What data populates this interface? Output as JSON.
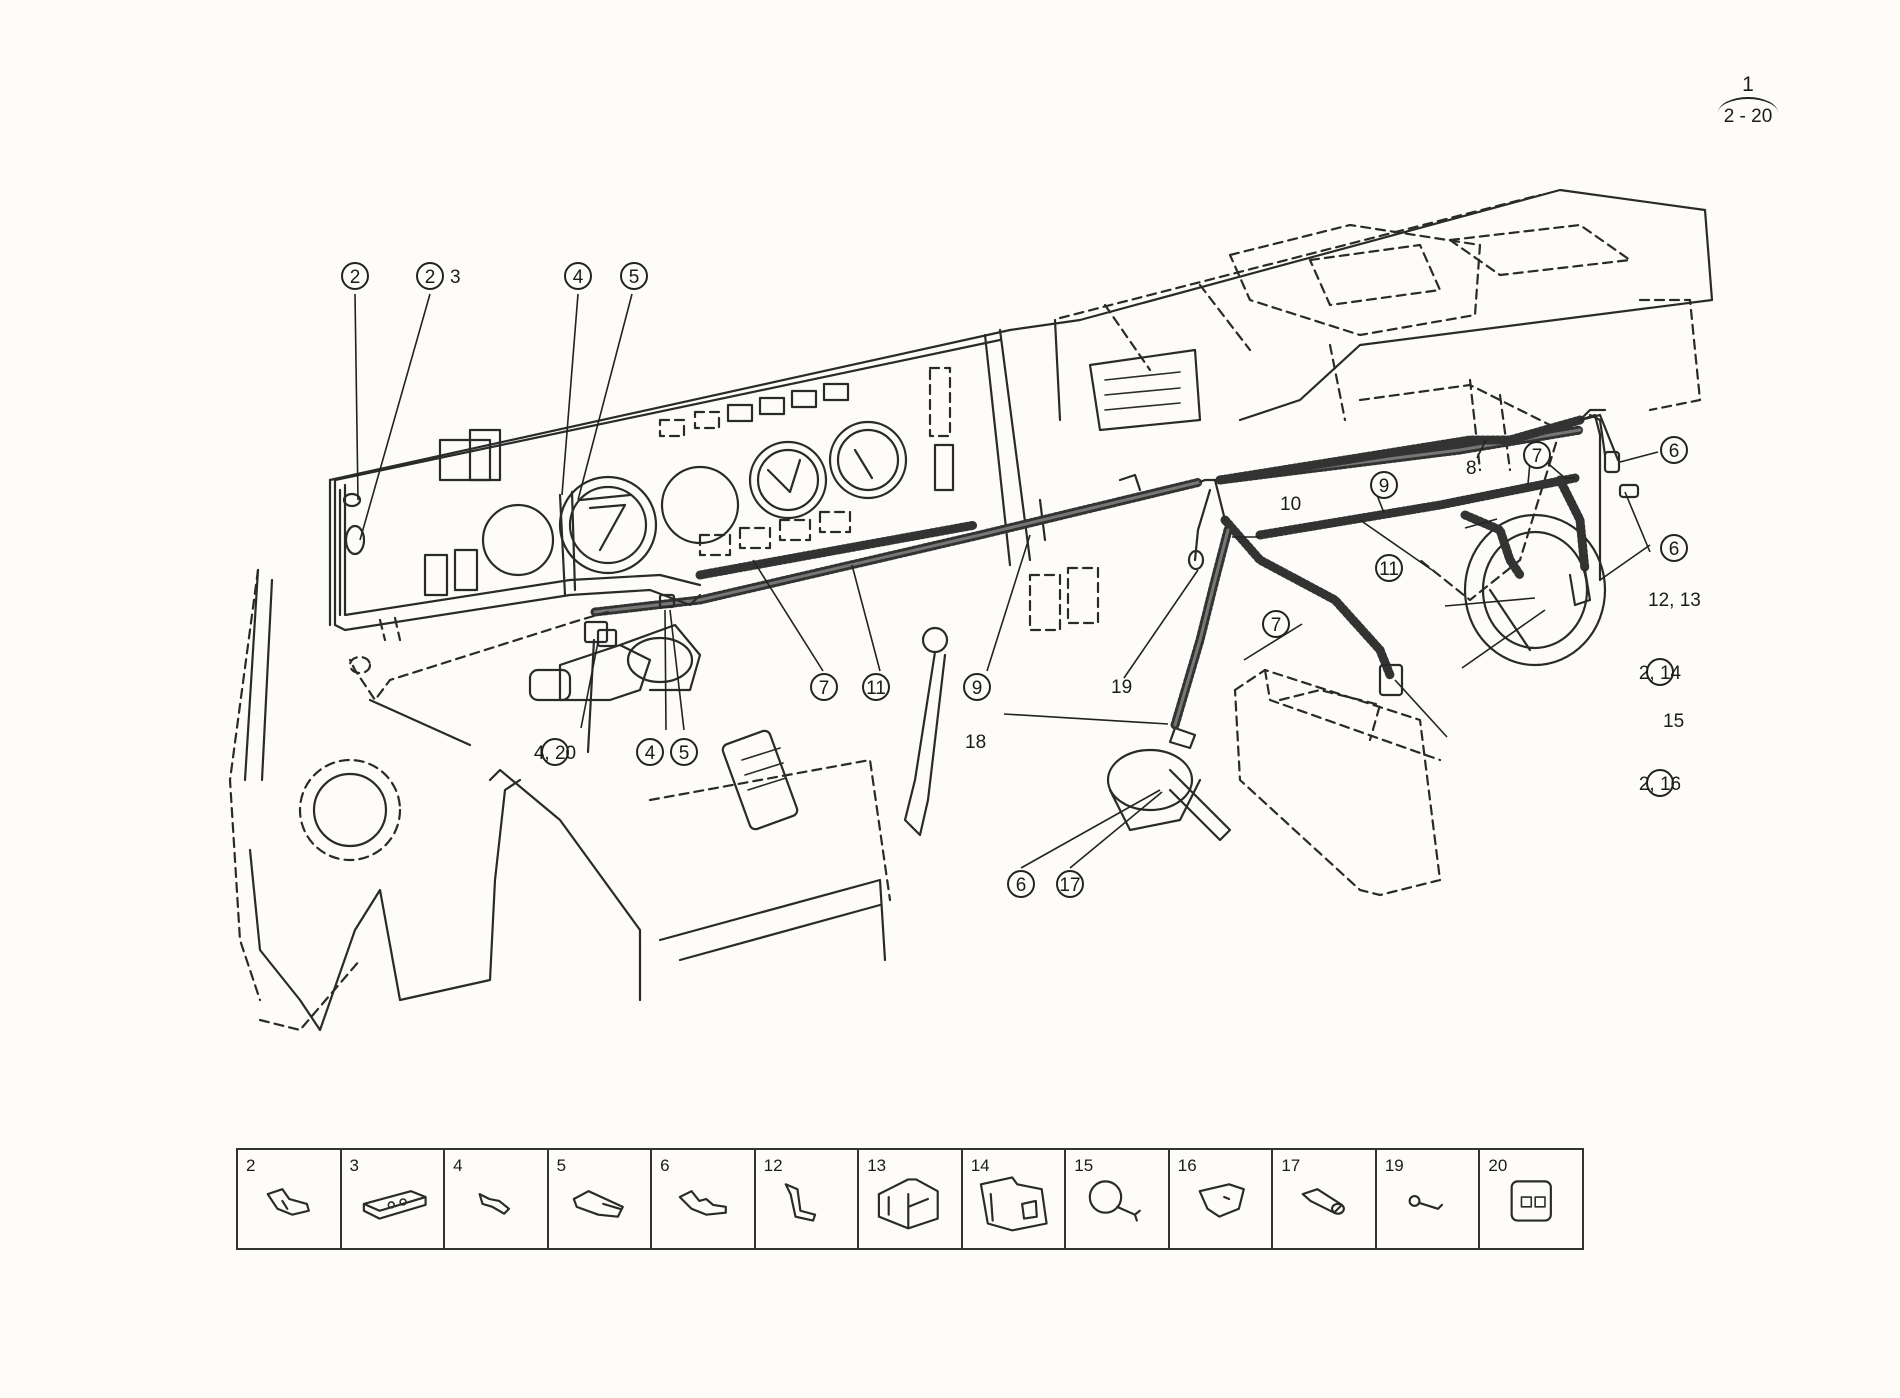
{
  "figure_ref": {
    "number": "1",
    "range": "2 - 20"
  },
  "callouts": {
    "c2a": "2",
    "c2b": "2",
    "c3": "3",
    "c4a": "4",
    "c5a": "5",
    "c6a": "6",
    "c6b": "6",
    "c6c": "6",
    "c7a": "7",
    "c7b": "7",
    "c7c": "7",
    "c8": "8",
    "c9a": "9",
    "c9b": "9",
    "c10": "10",
    "c11a": "11",
    "c11b": "11",
    "c12_13": "12, 13",
    "c2_14": "2, 14",
    "c15": "15",
    "c2_16": "2, 16",
    "c4_20": "4, 20",
    "c4b": "4",
    "c5b": "5",
    "c17": "17",
    "c18": "18",
    "c19": "19"
  },
  "parts_table": [
    {
      "num": "2",
      "icon": "terminal-clip-icon"
    },
    {
      "num": "3",
      "icon": "connector-block-icon"
    },
    {
      "num": "4",
      "icon": "terminal-icon"
    },
    {
      "num": "5",
      "icon": "insulating-sleeve-icon"
    },
    {
      "num": "6",
      "icon": "terminal-lug-icon"
    },
    {
      "num": "12",
      "icon": "bracket-icon"
    },
    {
      "num": "13",
      "icon": "mounting-bracket-icon"
    },
    {
      "num": "14",
      "icon": "socket-housing-icon"
    },
    {
      "num": "15",
      "icon": "bulb-holder-icon"
    },
    {
      "num": "16",
      "icon": "connector-cap-icon"
    },
    {
      "num": "17",
      "icon": "grommet-icon"
    },
    {
      "num": "19",
      "icon": "ring-terminal-icon"
    },
    {
      "num": "20",
      "icon": "relay-icon"
    }
  ]
}
